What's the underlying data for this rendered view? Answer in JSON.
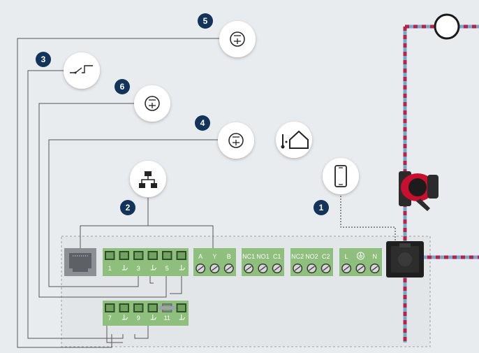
{
  "badges": {
    "b1": "1",
    "b2": "2",
    "b3": "3",
    "b4": "4",
    "b5": "5",
    "b6": "6"
  },
  "icons": {
    "b1": "smartphone-icon",
    "b2": "network-icon",
    "b3": "switch-contact-icon",
    "b4": "analog-input-icon",
    "b5": "analog-input-icon",
    "b6": "analog-input-icon",
    "outdoor": "outdoor-temperature-icon"
  },
  "terminals": {
    "di_top": [
      "1",
      "",
      "3",
      "",
      "5",
      ""
    ],
    "di_bottom": [
      "7",
      "",
      "9",
      "",
      "11",
      ""
    ],
    "bus": [
      "A",
      "Y",
      "B"
    ],
    "relay1": [
      "NC1",
      "NO1",
      "C1"
    ],
    "relay2": [
      "NC2",
      "NO2",
      "C2"
    ],
    "power": [
      "L",
      "",
      "N"
    ]
  },
  "colors": {
    "badge": "#12335a",
    "terminal_green": "#8fbf7d",
    "pipe_red": "#b3234a",
    "pipe_blue": "#7aa7c9",
    "wire": "#555555"
  }
}
